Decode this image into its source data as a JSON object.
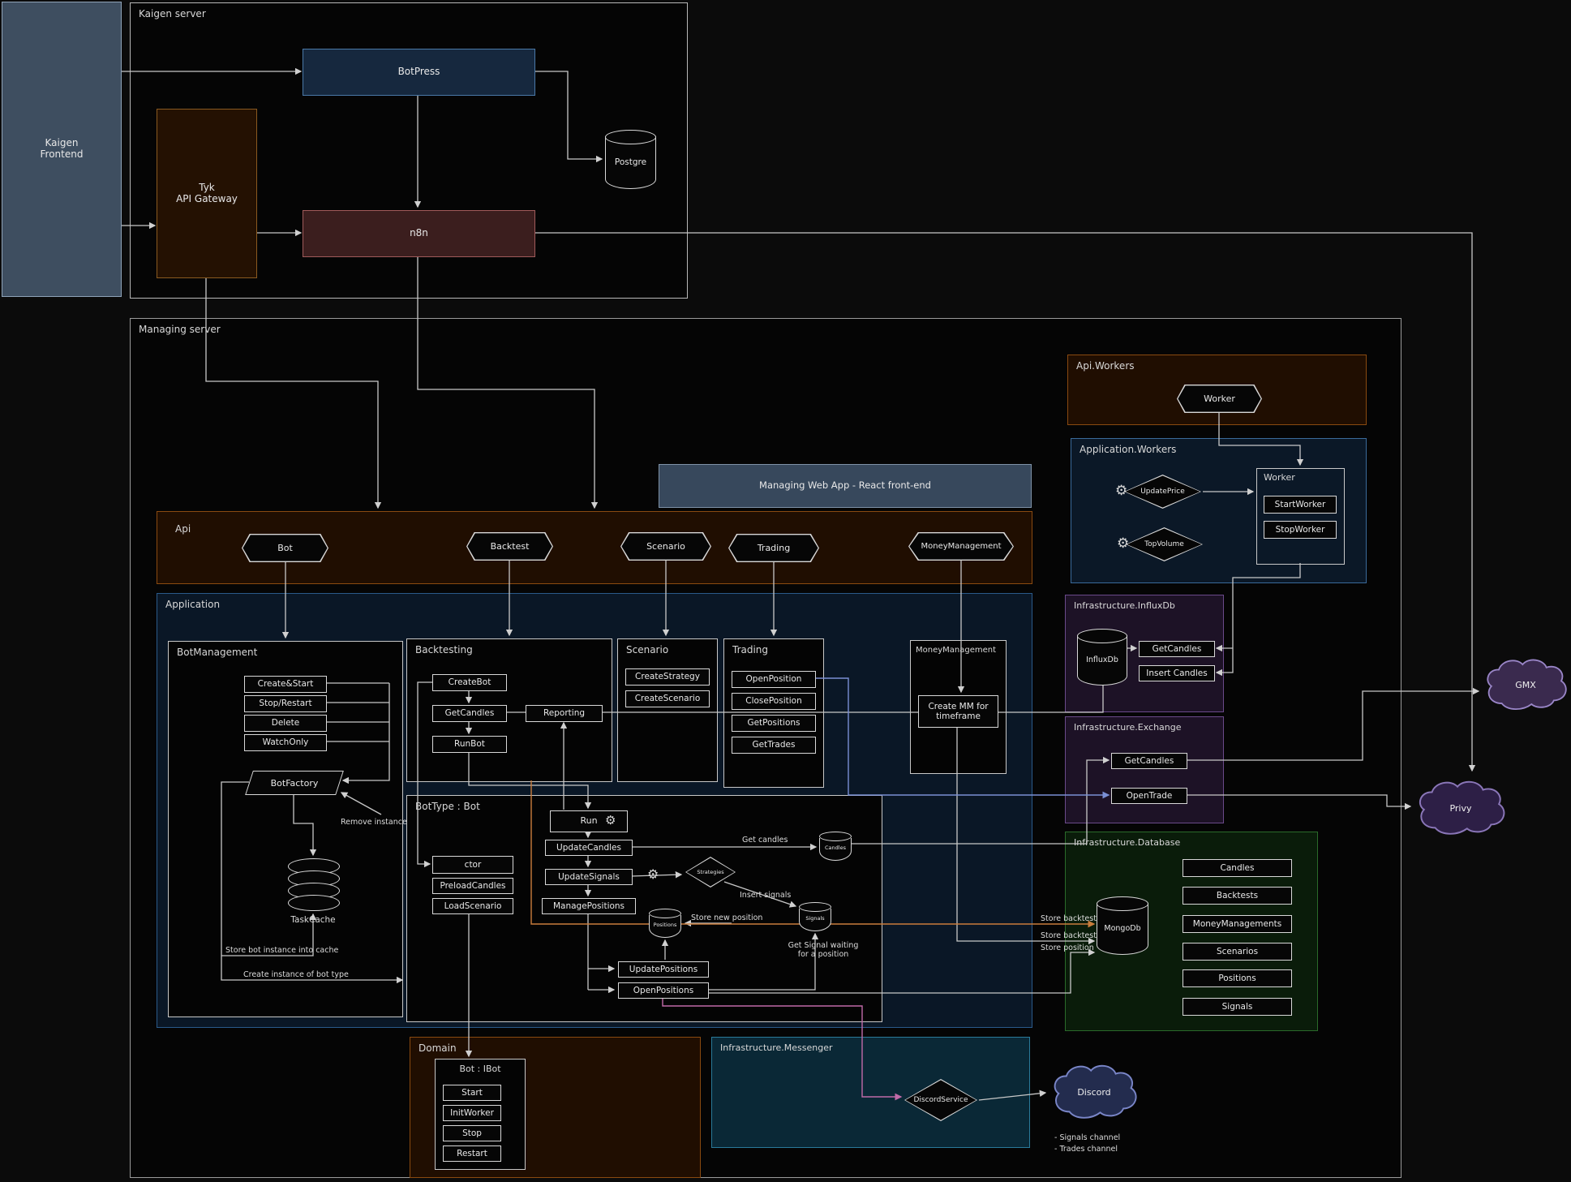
{
  "colors": {
    "background": "#0b0b0b",
    "frontend_slate": "#3e4e60",
    "botpress_blue": "#16283e",
    "tyk_brown": "#241102",
    "n8n_maroon": "#3b1e1e",
    "api_brown": "#200e01",
    "application_blue": "#0a1726",
    "workers_blue": "#0b1827",
    "webapp_slate": "#37485c",
    "infra_purple": "#1d1226",
    "infra_green": "#0a1c0a",
    "messenger_teal": "#0a2836",
    "line_orange": "#c97c3c",
    "line_pink": "#c06aa8",
    "line_blue": "#7a8fd4"
  },
  "icons": {
    "gear": "⚙"
  },
  "frontend": {
    "label": "Kaigen\nFrontend"
  },
  "kaigen_server": {
    "title": "Kaigen server",
    "botpress": "BotPress",
    "tyk": "Tyk\nAPI Gateway",
    "n8n": "n8n",
    "postgre": "Postgre"
  },
  "managing": {
    "title": "Managing server",
    "api_workers": {
      "title": "Api.Workers",
      "worker": "Worker"
    },
    "app_workers": {
      "title": "Application.Workers",
      "update_price": "UpdatePrice",
      "top_volume": "TopVolume",
      "worker_box": "Worker",
      "start_worker": "StartWorker",
      "stop_worker": "StopWorker"
    },
    "web_app": {
      "label": "Managing Web App - React front-end"
    },
    "api": {
      "title": "Api",
      "bot": "Bot",
      "backtest": "Backtest",
      "scenario": "Scenario",
      "trading": "Trading",
      "money_management": "MoneyManagement"
    },
    "application": {
      "title": "Application",
      "bot_management": {
        "title": "BotManagement",
        "create_start": "Create&Start",
        "stop_restart": "Stop/Restart",
        "delete": "Delete",
        "watch_only": "WatchOnly",
        "bot_factory": "BotFactory",
        "remove_instance": "Remove instance",
        "task_cache": "TaskCache",
        "store_instance": "Store bot instance into cache",
        "create_instance": "Create instance of bot type"
      },
      "backtesting": {
        "title": "Backtesting",
        "create_bot": "CreateBot",
        "get_candles": "GetCandles",
        "run_bot": "RunBot",
        "reporting": "Reporting"
      },
      "scenario": {
        "title": "Scenario",
        "create_strategy": "CreateStrategy",
        "create_scenario": "CreateScenario"
      },
      "trading": {
        "title": "Trading",
        "open_position": "OpenPosition",
        "close_position": "ClosePosition",
        "get_positions": "GetPositions",
        "get_trades": "GetTrades"
      },
      "money_management": {
        "title": "MoneyManagement",
        "create_mm": "Create MM for\ntimeframe"
      },
      "bot_type": {
        "title": "BotType : Bot",
        "run": "Run",
        "update_candles": "UpdateCandles",
        "update_signals": "UpdateSignals",
        "manage_positions": "ManagePositions",
        "ctor": "ctor",
        "preload_candles": "PreloadCandles",
        "load_scenario": "LoadScenario",
        "update_positions": "UpdatePositions",
        "open_positions": "OpenPositions",
        "candles": "Candles",
        "positions": "Positions",
        "signals": "Signals",
        "strategies": "Strategies",
        "get_candles_label": "Get candles",
        "insert_signals_label": "Insert signals",
        "store_new_position_label": "Store new position",
        "get_signal_label": "Get Signal waiting\nfor a position"
      }
    },
    "domain": {
      "title": "Domain",
      "bot_ibot": "Bot : IBot",
      "start": "Start",
      "init_worker": "InitWorker",
      "stop": "Stop",
      "restart": "Restart"
    },
    "messenger": {
      "title": "Infrastructure.Messenger",
      "discord_service": "DiscordService"
    },
    "influxdb": {
      "title": "Infrastructure.InfluxDb",
      "db": "InfluxDb",
      "get_candles": "GetCandles",
      "insert_candles": "Insert Candles"
    },
    "exchange": {
      "title": "Infrastructure.Exchange",
      "get_candles": "GetCandles",
      "open_trade": "OpenTrade"
    },
    "database": {
      "title": "Infrastructure.Database",
      "db": "MongoDb",
      "collections": [
        "Candles",
        "Backtests",
        "MoneyManagements",
        "Scenarios",
        "Positions",
        "Signals"
      ]
    },
    "flows": {
      "store_backtest_1": "Store backtest",
      "store_backtest_2": "Store backtest",
      "store_position": "Store position"
    }
  },
  "external": {
    "gmx": "GMX",
    "privy": "Privy",
    "discord": "Discord",
    "signals_channel": "- Signals channel",
    "trades_channel": "- Trades channel"
  }
}
